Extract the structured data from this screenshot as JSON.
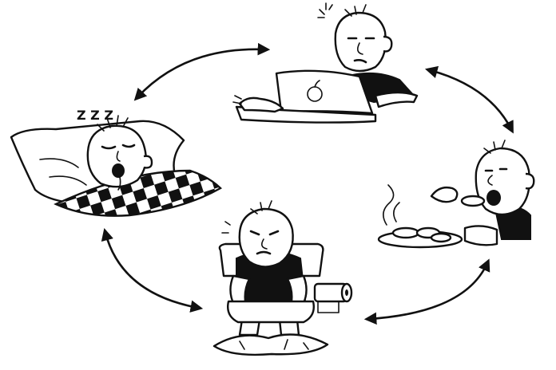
{
  "illustration": {
    "sleep_sound": "Z Z Z",
    "background": "#ffffff",
    "ink": "#111111",
    "scenes": [
      "sleeping",
      "laptop",
      "eating",
      "toilet"
    ],
    "arrow_icon": "double-headed-arrow"
  }
}
